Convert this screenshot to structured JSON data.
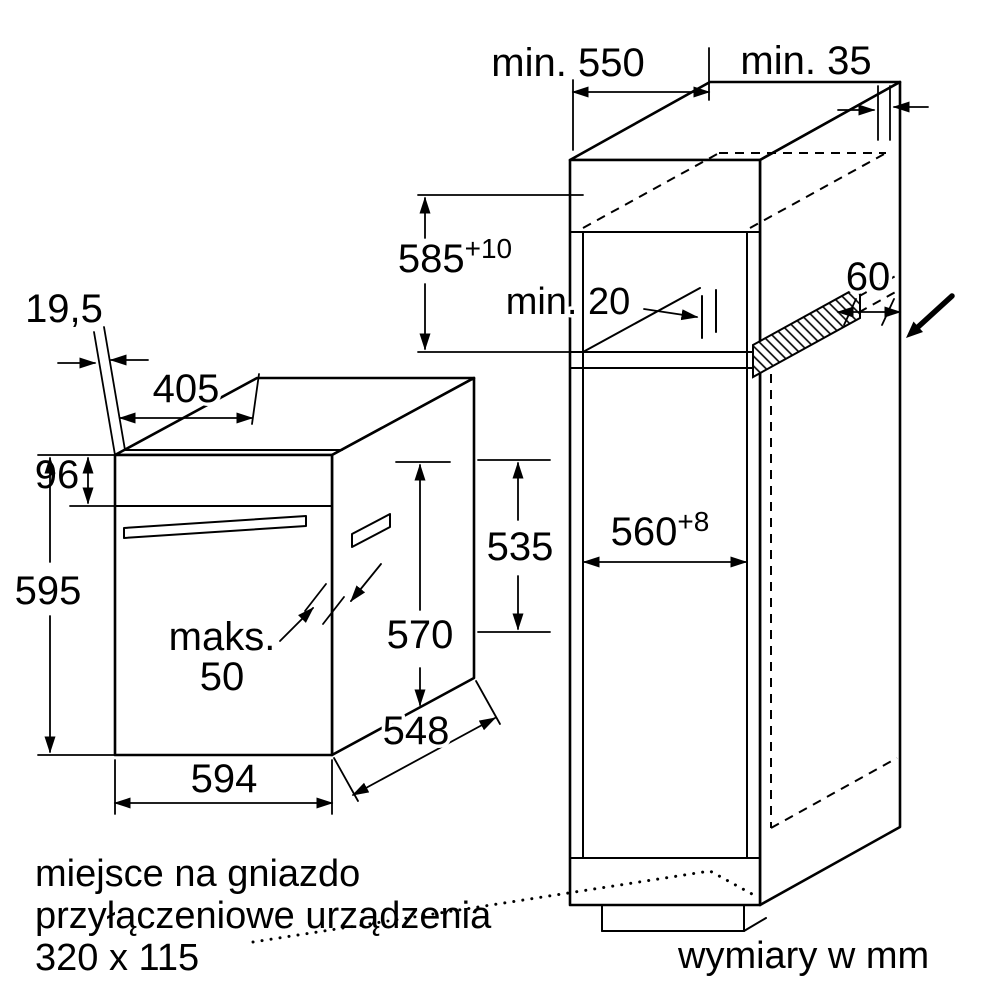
{
  "page": {
    "background": "#ffffff",
    "line_color": "#000000"
  },
  "footer": {
    "socket_note_line1": "miejsce na gniazdo",
    "socket_note_line2": "przyłączeniowe urządzenia",
    "socket_note_line3": "320 x 115",
    "units_note": "wymiary w mm"
  },
  "oven_dims": {
    "front_frame_depth": "19,5",
    "top_depth": "405",
    "control_panel_height": "96",
    "total_height": "595",
    "handle_max_word": "maks.",
    "handle_max_value": "50",
    "width": "594",
    "depth": "548",
    "rear_height": "570",
    "rear_depth": "535"
  },
  "cabinet_dims": {
    "min_cabinet_depth": "min. 550",
    "min_wall_gap": "min. 35",
    "niche_height": "585",
    "niche_height_tolerance": "+10",
    "min_rear_clearance": "min. 20",
    "vent_cross_section": "60",
    "niche_width": "560",
    "niche_width_tolerance": "+8"
  }
}
